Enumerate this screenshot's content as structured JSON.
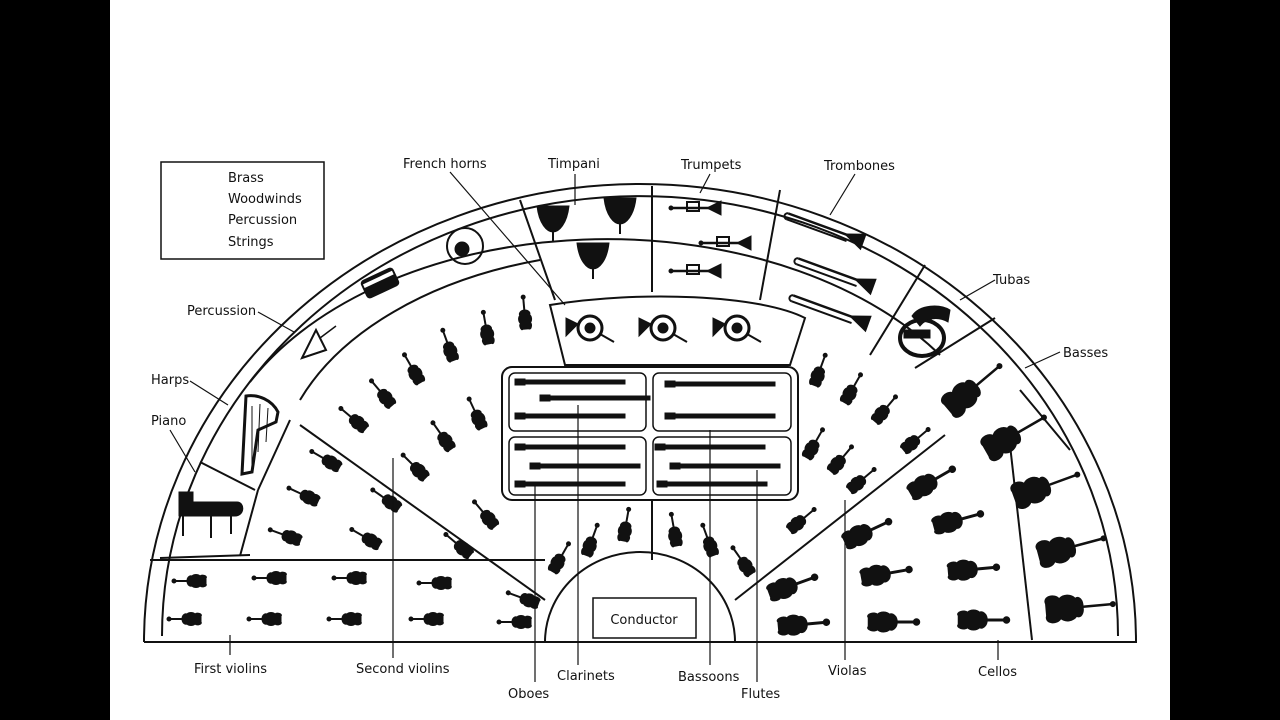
{
  "legend": [
    "Brass",
    "Woodwinds",
    "Percussion",
    "Strings"
  ],
  "labels": {
    "french_horns": "French horns",
    "timpani": "Timpani",
    "trumpets": "Trumpets",
    "trombones": "Trombones",
    "tubas": "Tubas",
    "basses": "Basses",
    "percussion": "Percussion",
    "harps": "Harps",
    "piano": "Piano",
    "first_violins": "First violins",
    "second_violins": "Second violins",
    "oboes": "Oboes",
    "clarinets": "Clarinets",
    "bassoons": "Bassoons",
    "flutes": "Flutes",
    "violas": "Violas",
    "cellos": "Cellos",
    "conductor": "Conductor"
  },
  "icons": [
    "violin-icon",
    "viola-icon",
    "cello-icon",
    "double-bass-icon",
    "french-horn-icon",
    "timpani-icon",
    "trumpet-icon",
    "trombone-icon",
    "tuba-icon",
    "harp-icon",
    "piano-icon",
    "cymbal-icon",
    "drum-icon",
    "triangle-icon",
    "woodwind-icon"
  ]
}
